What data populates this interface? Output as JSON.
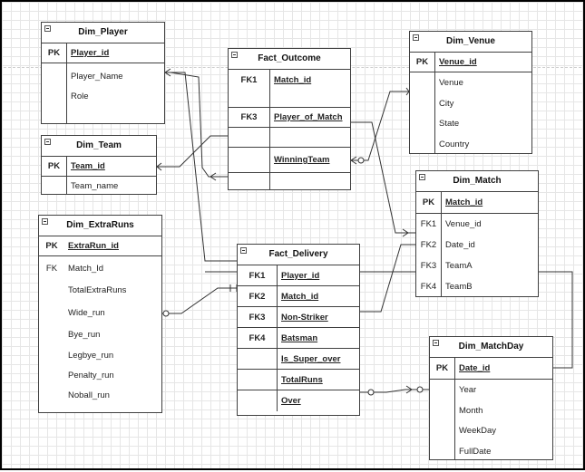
{
  "entities": {
    "dim_player": {
      "title": "Dim_Player",
      "rows": [
        {
          "key": "PK",
          "name": "Player_id"
        },
        {
          "key": "",
          "name": "Player_Name"
        },
        {
          "key": "",
          "name": "Role"
        }
      ]
    },
    "dim_team": {
      "title": "Dim_Team",
      "rows": [
        {
          "key": "PK",
          "name": "Team_id"
        },
        {
          "key": "",
          "name": "Team_name"
        }
      ]
    },
    "dim_extraruns": {
      "title": "Dim_ExtraRuns",
      "rows": [
        {
          "key": "PK",
          "name": "ExtraRun_id"
        },
        {
          "key": "FK",
          "name": "Match_Id"
        },
        {
          "key": "",
          "name": "TotalExtraRuns"
        },
        {
          "key": "",
          "name": "Wide_run"
        },
        {
          "key": "",
          "name": "Bye_run"
        },
        {
          "key": "",
          "name": "Legbye_run"
        },
        {
          "key": "",
          "name": "Penalty_run"
        },
        {
          "key": "",
          "name": "Noball_run"
        }
      ]
    },
    "fact_outcome": {
      "title": "Fact_Outcome",
      "rows": [
        {
          "key": "FK1",
          "name": "Match_id"
        },
        {
          "key": "FK3",
          "name": "Player_of_Match"
        },
        {
          "key": "",
          "name": ""
        },
        {
          "key": "",
          "name": "WinningTeam"
        },
        {
          "key": "",
          "name": ""
        }
      ]
    },
    "dim_venue": {
      "title": "Dim_Venue",
      "rows": [
        {
          "key": "PK",
          "name": "Venue_id"
        },
        {
          "key": "",
          "name": "Venue"
        },
        {
          "key": "",
          "name": "City"
        },
        {
          "key": "",
          "name": "State"
        },
        {
          "key": "",
          "name": "Country"
        }
      ]
    },
    "dim_match": {
      "title": "Dim_Match",
      "rows": [
        {
          "key": "PK",
          "name": "Match_id"
        },
        {
          "key": "FK1",
          "name": "Venue_id"
        },
        {
          "key": "FK2",
          "name": "Date_id"
        },
        {
          "key": "FK3",
          "name": "TeamA"
        },
        {
          "key": "FK4",
          "name": "TeamB"
        }
      ]
    },
    "fact_delivery": {
      "title": "Fact_Delivery",
      "rows": [
        {
          "key": "FK1",
          "name": "Player_id"
        },
        {
          "key": "FK2",
          "name": "Match_id"
        },
        {
          "key": "FK3",
          "name": "Non-Striker"
        },
        {
          "key": "FK4",
          "name": "Batsman"
        },
        {
          "key": "",
          "name": "Is_Super_over"
        },
        {
          "key": "",
          "name": "TotalRuns"
        },
        {
          "key": "",
          "name": "Over"
        }
      ]
    },
    "dim_matchday": {
      "title": "Dim_MatchDay",
      "rows": [
        {
          "key": "PK",
          "name": "Date_id"
        },
        {
          "key": "",
          "name": "Year"
        },
        {
          "key": "",
          "name": "Month"
        },
        {
          "key": "",
          "name": "WeekDay"
        },
        {
          "key": "",
          "name": "FullDate"
        }
      ]
    }
  }
}
